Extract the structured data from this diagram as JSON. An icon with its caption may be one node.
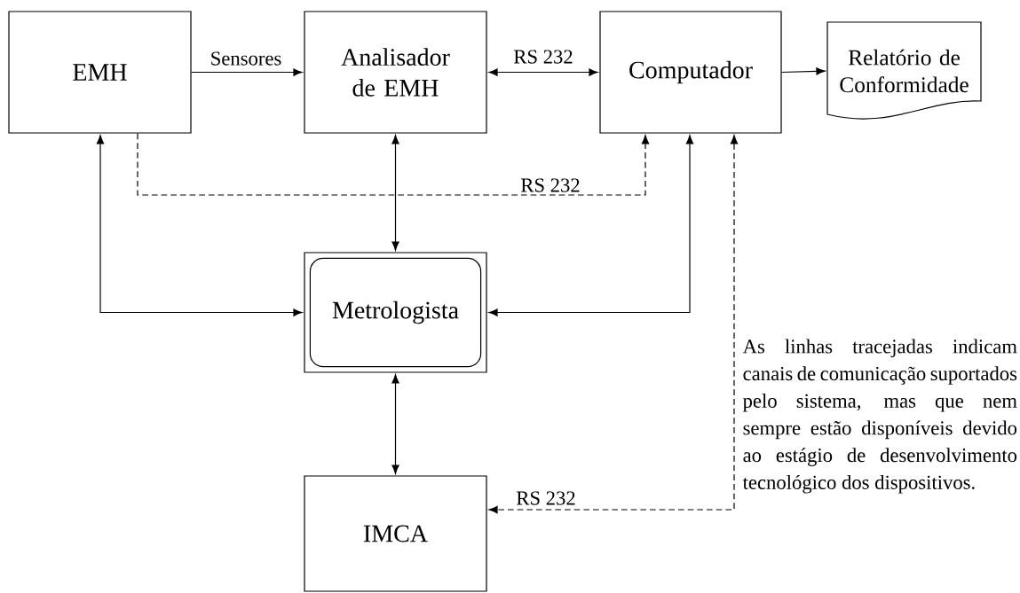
{
  "diagram": {
    "nodes": [
      {
        "text": [
          "EMH"
        ]
      },
      {
        "text": [
          "Analisador de EMH"
        ]
      },
      {
        "text": [
          "Computador"
        ]
      },
      {
        "text": [
          "Relatório de Conformidade"
        ]
      },
      {
        "text": [
          "Metrologista"
        ]
      },
      {
        "text": [
          "IMCA"
        ]
      }
    ],
    "edges": [
      {
        "from": 0,
        "to": 1,
        "arrow": "to",
        "label": "Sensores"
      },
      {
        "from": 1,
        "to": 2,
        "arrow": "both",
        "label": "RS 232"
      },
      {
        "from": 2,
        "to": 3,
        "arrow": "to"
      },
      {
        "from": 0,
        "to": 2,
        "arrow": "to",
        "label": "RS 232",
        "style": "dashed"
      },
      {
        "from": 0,
        "to": 4,
        "arrow": "both"
      },
      {
        "from": 1,
        "to": 4,
        "arrow": "both"
      },
      {
        "from": 2,
        "to": 4,
        "arrow": "both"
      },
      {
        "from": 4,
        "to": 5,
        "arrow": "both"
      },
      {
        "from": 2,
        "to": 5,
        "arrow": "both",
        "label": "RS 232",
        "style": "dashed"
      }
    ],
    "labels": [
      "As linhas tracejadas indicam canais de comunicação suportados pelo sistema, mas que nem sempre estão disponíveis devido ao estágio de desenvolvimento tecnológico dos dispositivos."
    ]
  }
}
